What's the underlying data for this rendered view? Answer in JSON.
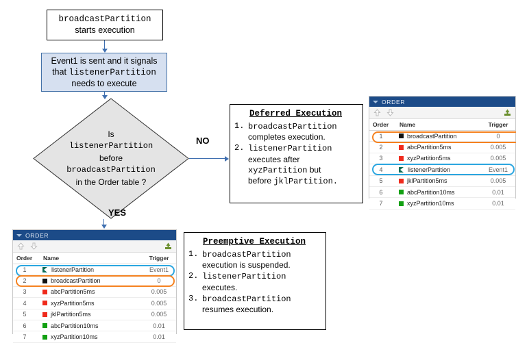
{
  "flow": {
    "start_box": {
      "line1": "broadcastPartition",
      "line2": "starts execution"
    },
    "event_box": {
      "line1": "Event1 is sent and it signals",
      "line2_pre": "that ",
      "line2_mono": "listenerPartition",
      "line3": "needs to execute"
    },
    "decision": {
      "line1": "Is",
      "line2": "listenerPartition",
      "line3": "before",
      "line4": "broadcastPartition",
      "line5": "in the Order table ?"
    },
    "branch_no": "NO",
    "branch_yes": "YES"
  },
  "deferred": {
    "title": "Deferred Execution",
    "items": [
      {
        "num": "1.",
        "mono1": "broadcastPartition",
        "plain1": "completes execution."
      },
      {
        "num": "2.",
        "mono1": "listenerPartition",
        "plain1": "executes after",
        "mono2": "xyzPartition",
        "plain2": " but",
        "plain3": "before ",
        "mono3": "jklPartition."
      }
    ]
  },
  "preemptive": {
    "title": "Preemptive Execution",
    "items": [
      {
        "num": "1.",
        "mono1": "broadcastPartition",
        "plain1": "execution is suspended."
      },
      {
        "num": "2.",
        "mono1": "listenerPartition",
        "plain1": "executes."
      },
      {
        "num": "3.",
        "mono1": "broadcastPartition",
        "plain1": "resumes execution."
      }
    ]
  },
  "colors": {
    "panel_header": "#1c4b88",
    "highlight_blue": "#2ba6e0",
    "highlight_orange": "#f58220",
    "swatch_black": "#111111",
    "swatch_red": "#ef2a1c",
    "swatch_green": "#12a012",
    "swatch_listener": "#0d6b55",
    "arrow_blue": "#3f6fb0",
    "event_box_fill": "#d6e0f0",
    "diamond_fill": "#e4e4e4"
  },
  "order_table_top": {
    "panel_title": "ORDER",
    "icons": {
      "collapse": "triangle-down-icon",
      "move_up": "arrow-up-icon",
      "move_down": "arrow-down-icon",
      "export": "export-icon"
    },
    "columns": [
      "Order",
      "Name",
      "Trigger"
    ],
    "rows": [
      {
        "order": "1",
        "icon": "square-black",
        "name": "broadcastPartition",
        "trigger": "0",
        "highlight": "orange"
      },
      {
        "order": "2",
        "icon": "square-red",
        "name": "abcPartition5ms",
        "trigger": "0.005",
        "highlight": "none"
      },
      {
        "order": "3",
        "icon": "square-red",
        "name": "xyzPartition5ms",
        "trigger": "0.005",
        "highlight": "none"
      },
      {
        "order": "4",
        "icon": "flag-green",
        "name": "listenerPartition",
        "trigger": "Event1",
        "highlight": "blue"
      },
      {
        "order": "5",
        "icon": "square-red",
        "name": "jklPartition5ms",
        "trigger": "0.005",
        "highlight": "none"
      },
      {
        "order": "6",
        "icon": "square-green",
        "name": "abcPartition10ms",
        "trigger": "0.01",
        "highlight": "none"
      },
      {
        "order": "7",
        "icon": "square-green",
        "name": "xyzPartition10ms",
        "trigger": "0.01",
        "highlight": "none"
      }
    ]
  },
  "order_table_bottom": {
    "panel_title": "ORDER",
    "icons": {
      "collapse": "triangle-down-icon",
      "move_up": "arrow-up-icon",
      "move_down": "arrow-down-icon",
      "export": "export-icon"
    },
    "columns": [
      "Order",
      "Name",
      "Trigger"
    ],
    "rows": [
      {
        "order": "1",
        "icon": "flag-green",
        "name": "listenerPartition",
        "trigger": "Event1",
        "highlight": "blue"
      },
      {
        "order": "2",
        "icon": "square-black",
        "name": "broadcastPartition",
        "trigger": "0",
        "highlight": "orange"
      },
      {
        "order": "3",
        "icon": "square-red",
        "name": "abcPartition5ms",
        "trigger": "0.005",
        "highlight": "none"
      },
      {
        "order": "4",
        "icon": "square-red",
        "name": "xyzPartition5ms",
        "trigger": "0.005",
        "highlight": "none"
      },
      {
        "order": "5",
        "icon": "square-red",
        "name": "jklPartition5ms",
        "trigger": "0.005",
        "highlight": "none"
      },
      {
        "order": "6",
        "icon": "square-green",
        "name": "abcPartition10ms",
        "trigger": "0.01",
        "highlight": "none"
      },
      {
        "order": "7",
        "icon": "square-green",
        "name": "xyzPartition10ms",
        "trigger": "0.01",
        "highlight": "none"
      }
    ]
  }
}
